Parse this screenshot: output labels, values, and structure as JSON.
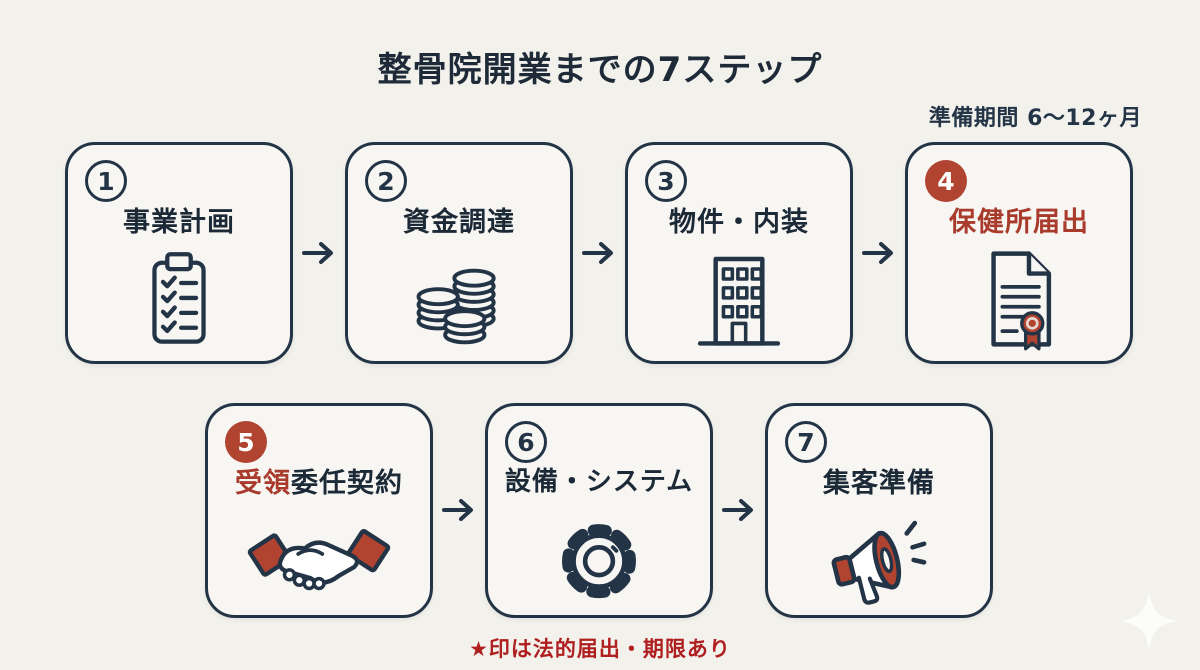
{
  "title": "整骨院開業までの7ステップ",
  "prep_period": "準備期間 6〜12ヶ月",
  "footnote": "★印は法的届出・期限あり",
  "colors": {
    "background": "#f2f1ec",
    "box_background": "#f7f6f2",
    "navy": "#243447",
    "accent_red": "#b04431",
    "label_red": "#a93b2c",
    "note_red": "#b01f1f"
  },
  "steps": [
    {
      "number": "1",
      "label": "事業計画",
      "icon": "clipboard-checklist-icon",
      "highlight": false
    },
    {
      "number": "2",
      "label": "資金調達",
      "icon": "coin-stacks-icon",
      "highlight": false
    },
    {
      "number": "3",
      "label": "物件・内装",
      "icon": "office-building-icon",
      "highlight": false
    },
    {
      "number": "4",
      "label": "保健所届出",
      "icon": "certificate-icon",
      "highlight": true
    },
    {
      "number": "5",
      "label_red": "受領",
      "label_black": "委任契約",
      "icon": "handshake-icon",
      "highlight": true
    },
    {
      "number": "6",
      "label": "設備・システム",
      "icon": "gear-icon",
      "highlight": false
    },
    {
      "number": "7",
      "label": "集客準備",
      "icon": "megaphone-icon",
      "highlight": false
    }
  ]
}
